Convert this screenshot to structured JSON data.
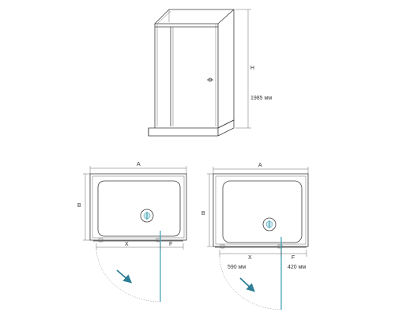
{
  "colors": {
    "line": "#3a3a3a",
    "door_accent": "#4aa6b8",
    "arrow": "#2f7f96",
    "background": "#ffffff"
  },
  "perspective_view": {
    "height_letter": "H",
    "height_value": "1985 мм",
    "handle_icon": "door-handle-icon"
  },
  "plan_left": {
    "width_letter": "A",
    "depth_letter": "B",
    "x_letter": "X",
    "f_letter": "F",
    "drain_icon": "drain-icon",
    "swing_arrow_icon": "swing-arrow-icon"
  },
  "plan_right": {
    "width_letter": "A",
    "depth_letter": "B",
    "x_letter": "X",
    "f_letter": "F",
    "x_value": "590 мм",
    "f_value": "420 мм",
    "drain_icon": "drain-icon",
    "swing_arrow_icon": "swing-arrow-icon"
  }
}
